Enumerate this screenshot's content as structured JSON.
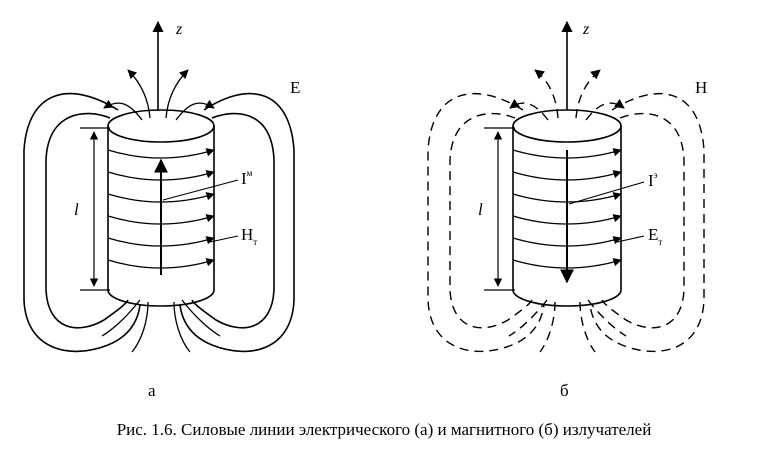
{
  "figure": {
    "panel_a": {
      "sublabel": "а",
      "axis_label": "z",
      "field_label": "E",
      "length_label": "l",
      "current_label": "I",
      "current_superscript": "м",
      "inner_field_label": "H",
      "inner_field_subscript": "т"
    },
    "panel_b": {
      "sublabel": "б",
      "axis_label": "z",
      "field_label": "H",
      "length_label": "l",
      "current_label": "I",
      "current_superscript": "э",
      "inner_field_label": "E",
      "inner_field_subscript": "т"
    },
    "caption": "Рис. 1.6. Силовые линии электрического (а) и магнитного (б) излучателей"
  }
}
